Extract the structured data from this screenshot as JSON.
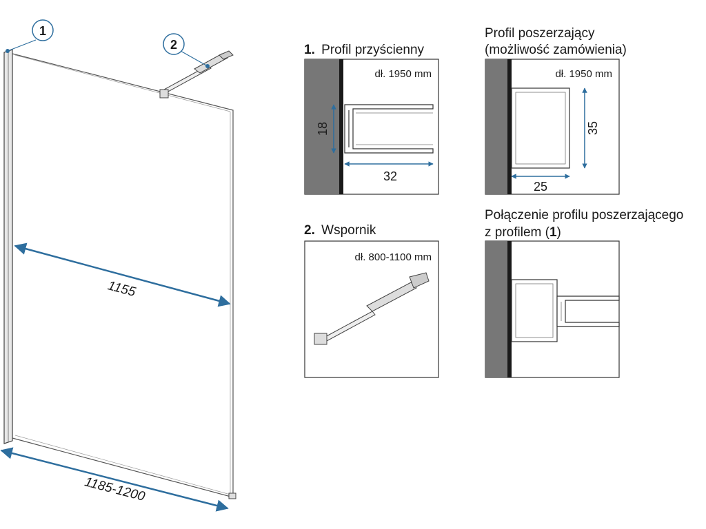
{
  "colors": {
    "dimension_line": "#2e6e9e",
    "wall": "#777777",
    "profile_dark": "#1a1a1a",
    "outline": "#333333"
  },
  "main_drawing": {
    "callout_1": "1",
    "callout_2": "2",
    "width_dimension": "1155",
    "total_width_dimension": "1185-1200"
  },
  "panel_1": {
    "number": "1.",
    "title": "Profil przyścienny",
    "length_note": "dł. 1950 mm",
    "height_dim": "18",
    "width_dim": "32"
  },
  "panel_2": {
    "title_line1": "Profil poszerzający",
    "title_line2": "(możliwość zamówienia)",
    "length_note": "dł. 1950 mm",
    "height_dim": "35",
    "width_dim": "25"
  },
  "panel_3": {
    "number": "2.",
    "title": "Wspornik",
    "length_note": "dł. 800-1100 mm"
  },
  "panel_4": {
    "title_line1": "Połączenie profilu poszerzającego",
    "title_line2_prefix": "z profilem (",
    "title_line2_bold": "1",
    "title_line2_suffix": ")"
  }
}
